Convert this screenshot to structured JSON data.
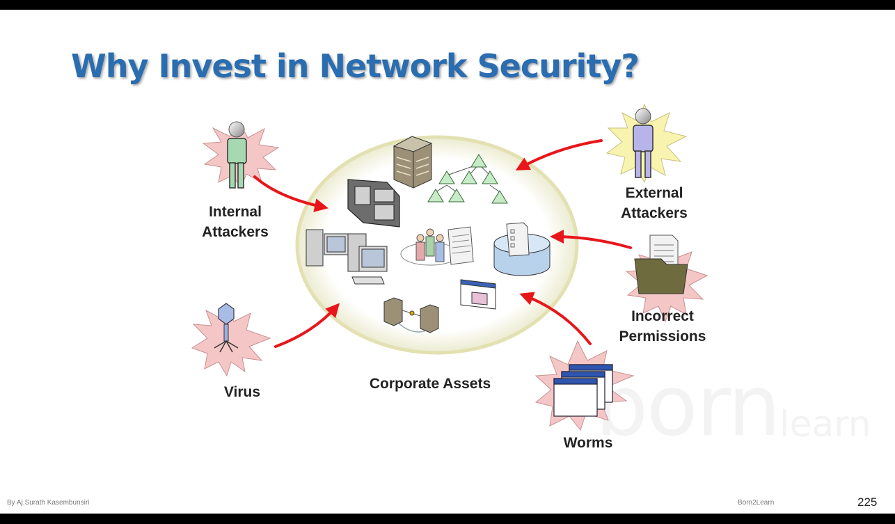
{
  "title": "Why Invest in Network Security?",
  "labels": {
    "internal_attackers": "Internal\nAttackers",
    "external_attackers": "External\nAttackers",
    "incorrect_permissions": "Incorrect\nPermissions",
    "virus": "Virus",
    "corporate_assets": "Corporate Assets",
    "worms": "Worms"
  },
  "watermark": {
    "main": "born",
    "sub": "learn"
  },
  "footer": {
    "author": "By Aj.Surath Kasembunsiri",
    "brand": "Born2Learn"
  },
  "page_number": "225",
  "colors": {
    "title": "#2A6DB0",
    "arrow": "#E8161A",
    "starburst_pink": "#F5C6C6",
    "starburst_yellow": "#F8F4B0",
    "ellipse_fill": "#FFFFFF",
    "ellipse_ring": "#E6E4B8"
  },
  "icons": [
    "internal-attacker-icon",
    "external-attacker-icon",
    "permissions-folder-icon",
    "virus-icon",
    "worms-windows-icon",
    "building-icon",
    "org-chart-icon",
    "terminal-icon",
    "computers-icon",
    "users-group-icon",
    "database-icon",
    "application-window-icon",
    "linked-buildings-icon"
  ]
}
